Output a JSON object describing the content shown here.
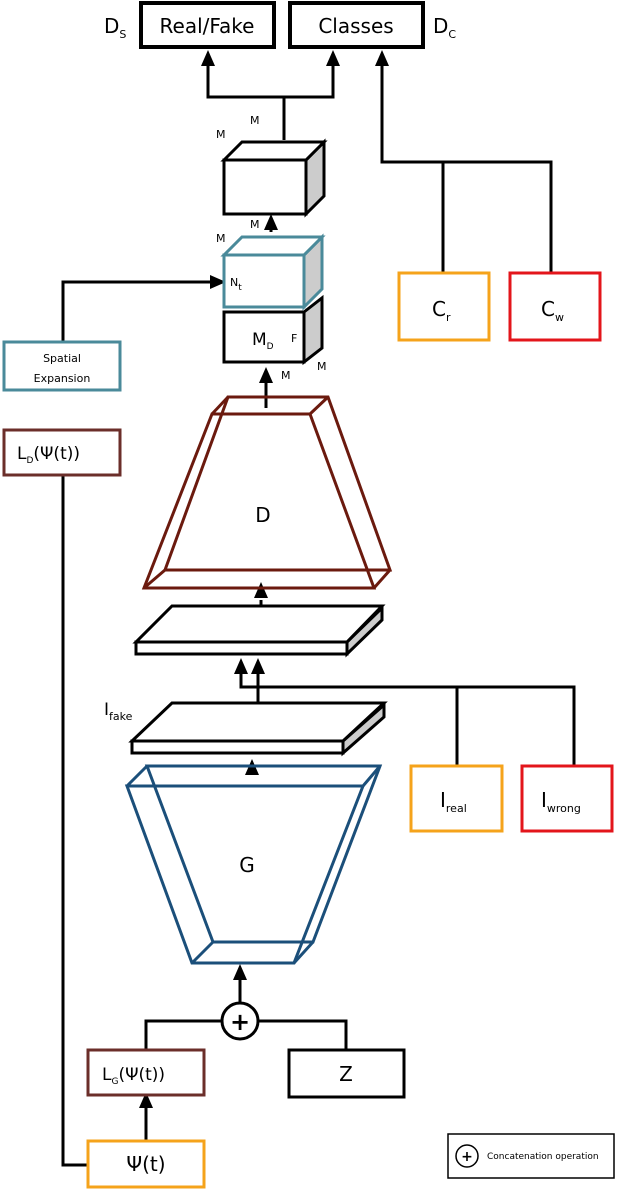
{
  "colors": {
    "orange": "#F5A31B",
    "red": "#E3151B",
    "brown": "#6B2E2A",
    "dark_red": "#6B1A0E",
    "blue": "#1B4F7A",
    "teal": "#4A8A9A",
    "black": "#000000",
    "gray": "#CCCCCC"
  },
  "outputs": {
    "real_fake": "Real/Fake",
    "classes": "Classes",
    "ds": {
      "main": "D",
      "sub": "S"
    },
    "dc": {
      "main": "D",
      "sub": "C"
    }
  },
  "cube_top": {
    "m1": "M",
    "m2": "M",
    "m3": "M"
  },
  "cube_teal": {
    "m": "M",
    "nt": {
      "main": "N",
      "sub": "t"
    }
  },
  "cube_md": {
    "m": {
      "main": "M",
      "sub": "D"
    },
    "f": "F",
    "m_bottom1": "M",
    "m_bottom2": "M"
  },
  "conditions": {
    "cr": {
      "main": "C",
      "sub": "r"
    },
    "cw": {
      "main": "C",
      "sub": "w"
    }
  },
  "spatial_expansion": {
    "line1": "Spatial",
    "line2": "Expansion"
  },
  "ld": {
    "main": "L",
    "sub": "D",
    "rest": "(Ψ(t))"
  },
  "discriminator": {
    "label": "D"
  },
  "generator": {
    "label": "G"
  },
  "images": {
    "ifake": {
      "main": "I",
      "sub": "fake"
    },
    "ireal": {
      "main": "I",
      "sub": "real"
    },
    "iwrong": {
      "main": "I",
      "sub": "wrong"
    }
  },
  "concat_symbol": "+",
  "lg": {
    "main": "L",
    "sub": "G",
    "rest": "(Ψ(t))"
  },
  "z": "Z",
  "psi": "Ψ(t)",
  "legend": {
    "symbol": "+",
    "text": "Concatenation operation"
  }
}
